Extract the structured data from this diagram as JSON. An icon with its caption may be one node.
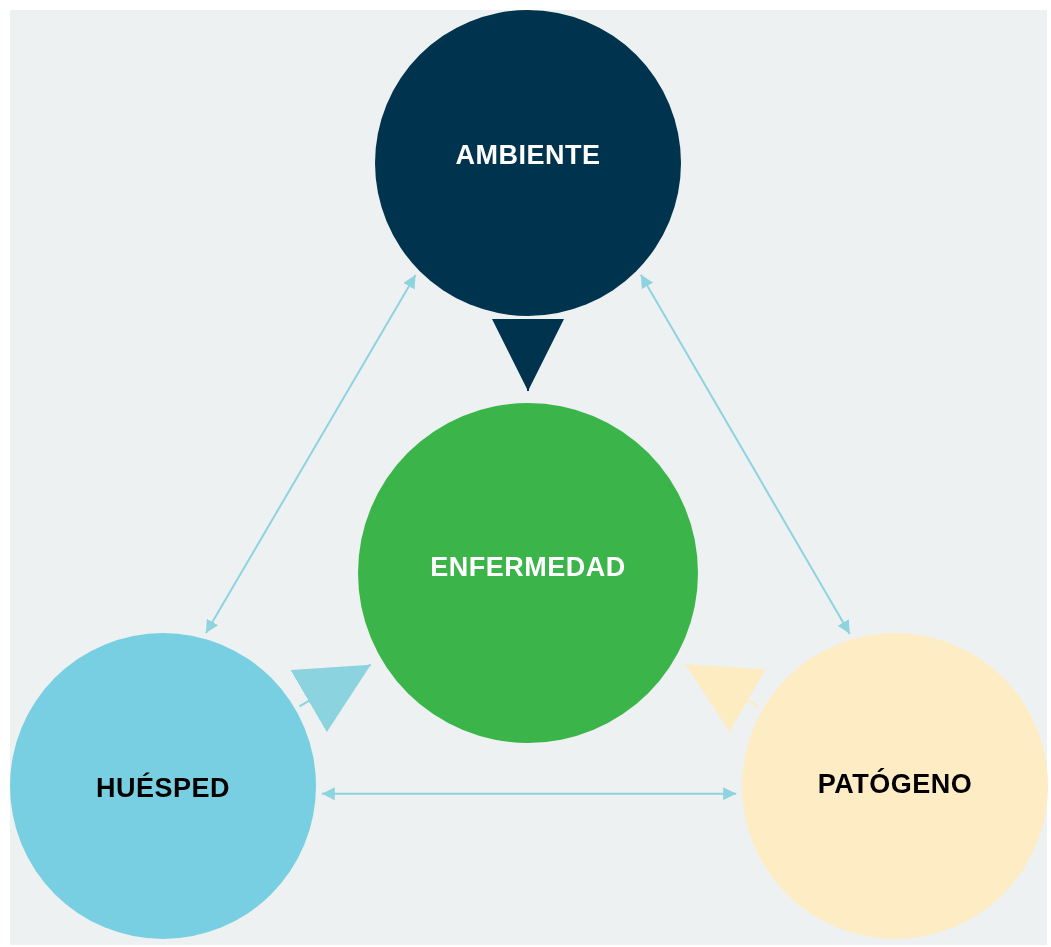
{
  "diagram": {
    "nodes": [
      {
        "text": [
          "AMBIENTE"
        ]
      },
      {
        "text": [
          "ENFERMEDAD"
        ]
      },
      {
        "text": [
          "HUÉSPED"
        ]
      },
      {
        "text": [
          "PATÓGENO"
        ]
      }
    ],
    "edges": [
      {
        "from": 0,
        "to": 1,
        "arrow": "to",
        "color": "#00334e"
      },
      {
        "from": 2,
        "to": 1,
        "arrow": "to",
        "color": "#8ad3df"
      },
      {
        "from": 3,
        "to": 1,
        "arrow": "to",
        "color": "#fdebc1"
      },
      {
        "from": 0,
        "to": 2,
        "arrow": "both"
      },
      {
        "from": 0,
        "to": 3,
        "arrow": "both"
      },
      {
        "from": 2,
        "to": 3,
        "arrow": "both"
      }
    ]
  }
}
